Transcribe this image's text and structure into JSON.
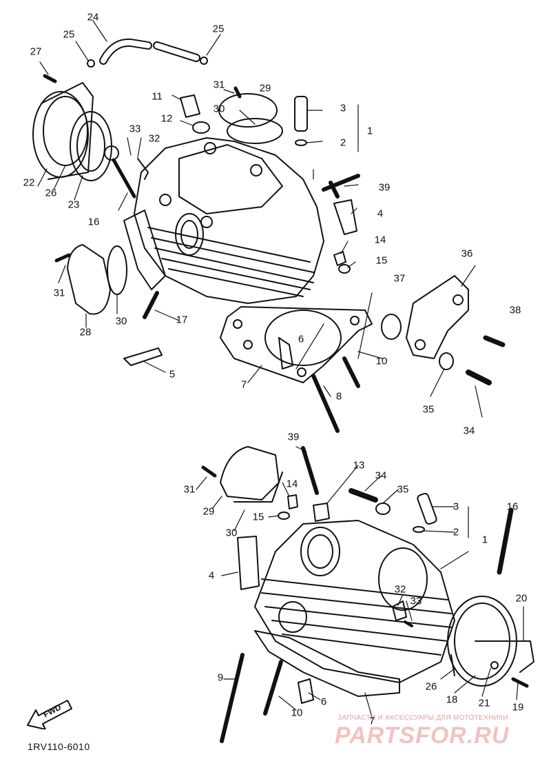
{
  "diagram": {
    "part_code": "1RV110-6010",
    "fwd_label": "FWD",
    "watermark": {
      "caption": "ЗАПЧАСТИ И АКСЕССУАРЫ ДЛЯ МОТОТЕХНИКИ",
      "brand": "PARTSFOR.RU"
    },
    "callouts": [
      "24",
      "25",
      "25",
      "27",
      "11",
      "31",
      "29",
      "30",
      "3",
      "12",
      "2",
      "1",
      "33",
      "32",
      "39",
      "22",
      "26",
      "23",
      "16",
      "4",
      "14",
      "15",
      "31",
      "36",
      "30",
      "37",
      "28",
      "17",
      "38",
      "6",
      "10",
      "5",
      "7",
      "8",
      "35",
      "34",
      "39",
      "13",
      "34",
      "35",
      "31",
      "16",
      "29",
      "14",
      "3",
      "15",
      "30",
      "2",
      "1",
      "4",
      "32",
      "33",
      "20",
      "9",
      "26",
      "18",
      "21",
      "19",
      "6",
      "10",
      "7"
    ]
  }
}
